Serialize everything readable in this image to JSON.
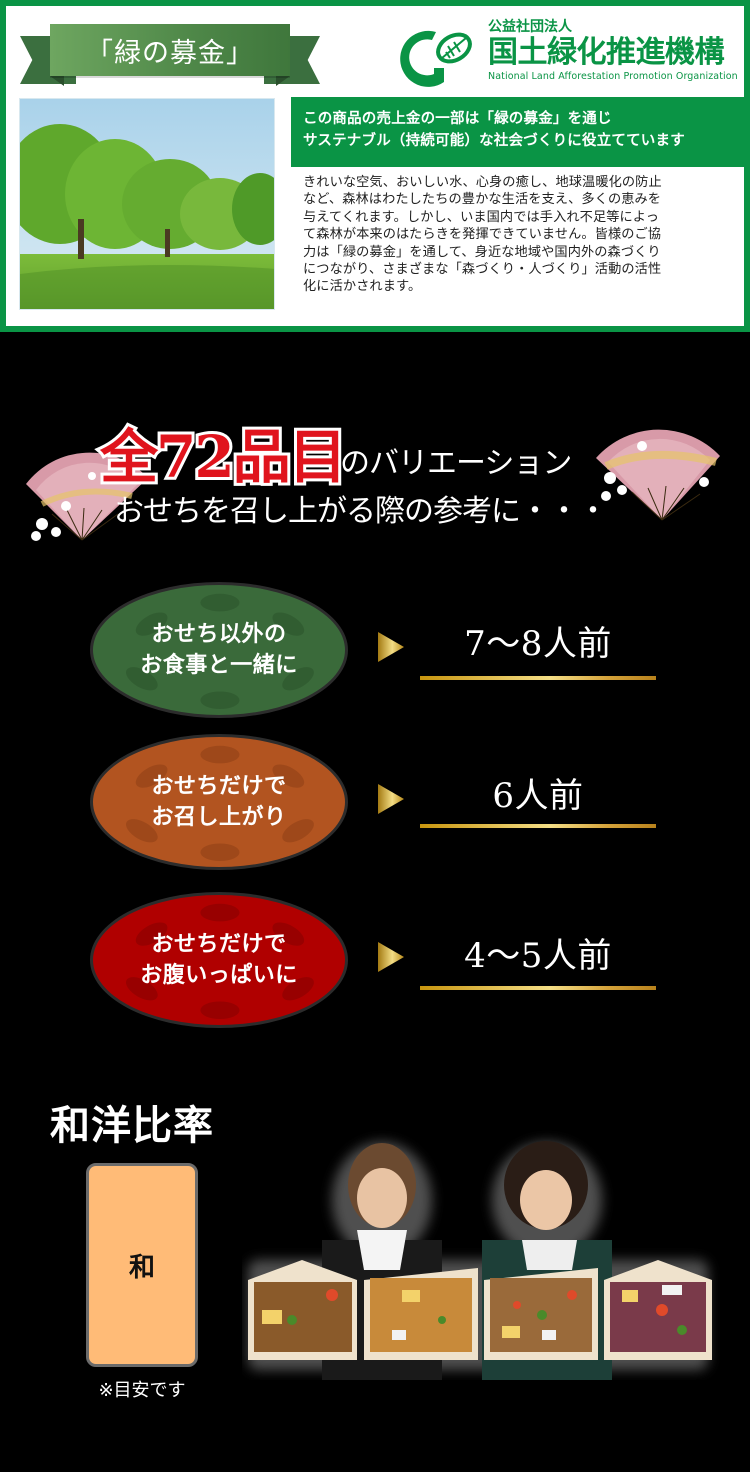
{
  "donation": {
    "ribbon_label": "「緑の募金」",
    "org_logo": {
      "icon": "green-g-leaf-logo-icon",
      "subtitle": "公益社団法人",
      "name": "国土緑化推進機構",
      "english_name": "National Land Afforestation Promotion Organization"
    },
    "photo_alt": "forest-park-photo",
    "headline_lines": [
      "この商品の売上金の一部は「緑の募金」を通じ",
      "サステナブル（持続可能）な社会づくりに役立てています"
    ],
    "body_lines": [
      "きれいな空気、おいしい水、心身の癒し、地球温暖化の防止",
      "など、森林はわたしたちの豊かな生活を支え、多くの恵みを",
      "与えてくれます。しかし、いま国内では手入れ不足等によっ",
      "て森林が本来のはたらきを発揮できていません。皆様のご協",
      "力は「緑の募金」を通して、身近な地域や国内外の森づくり",
      "につながり、さまざまな「森づくり・人づくり」活動の活性",
      "化に活かされます。"
    ]
  },
  "variation": {
    "headline_emphasis": "全72品目",
    "headline_suffix": "のバリエーション",
    "subheadline": "おせちを召し上がる際の参考に・・・",
    "decorations": [
      "folding-fan-icon",
      "folding-fan-icon"
    ]
  },
  "servings": [
    {
      "label_line1": "おせち以外の",
      "label_line2": "お食事と一緒に",
      "value": "7〜8人前",
      "color": "#3a6a3a"
    },
    {
      "label_line1": "おせちだけで",
      "label_line2": "お召し上がり",
      "value": "6人前",
      "color": "#b25420"
    },
    {
      "label_line1": "おせちだけで",
      "label_line2": "お腹いっぱいに",
      "value": "4〜5人前",
      "color": "#b00000"
    }
  ],
  "ratio": {
    "title": "和洋比率",
    "bar_label": "和",
    "bar_color": "#ffbb77",
    "note": "※目安です"
  },
  "colors": {
    "brand_green": "#0a9445",
    "headline_red": "#d9101a",
    "gold": "#e8c45a",
    "background": "#000000"
  }
}
